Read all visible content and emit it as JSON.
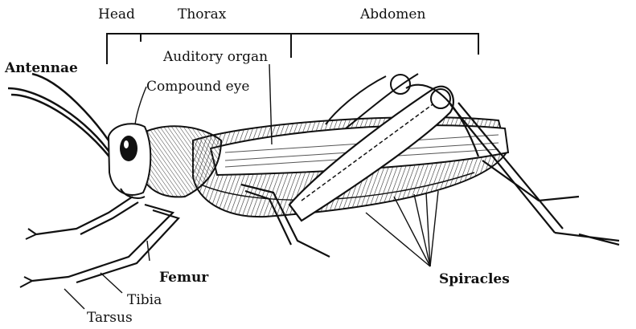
{
  "labels": {
    "head": "Head",
    "thorax": "Thorax",
    "abdomen": "Abdomen",
    "auditory_organ": "Auditory organ",
    "antennae": "Antennae",
    "compound_eye": "Compound eye",
    "femur": "Femur",
    "tibia": "Tibia",
    "tarsus": "Tarsus",
    "spiracles": "Spiracles"
  },
  "colors": {
    "ink": "#111111",
    "paper": "#ffffff",
    "shade": "#8a8a8a"
  }
}
